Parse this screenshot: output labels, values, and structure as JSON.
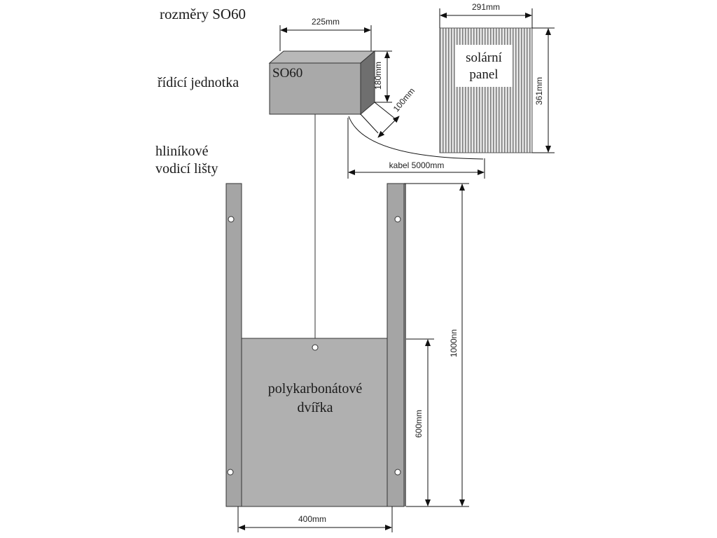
{
  "title": "rozměry SO60",
  "control_unit": {
    "name": "SO60",
    "label": "řídící jednotka",
    "width": "225mm",
    "height": "180mm",
    "depth": "100mm"
  },
  "solar_panel": {
    "label_line1": "solární",
    "label_line2": "panel",
    "width": "291mm",
    "height": "361mm"
  },
  "cable": {
    "label": "kabel 5000mm"
  },
  "rails": {
    "label_line1": "hliníkové",
    "label_line2": "vodicí lišty",
    "height": "1000nn"
  },
  "door": {
    "label_line1": "polykarbonátové",
    "label_line2": "dvířka",
    "height": "600mm",
    "width": "400mm"
  },
  "colors": {
    "part": "#a9a9a9",
    "part_dark": "#8a8a8a",
    "outline": "#333333"
  }
}
